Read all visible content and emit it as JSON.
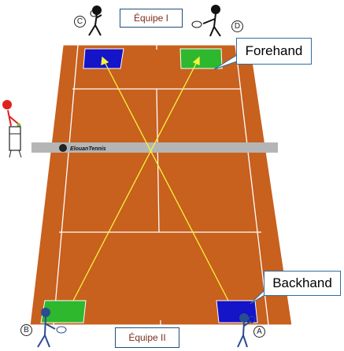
{
  "teams": {
    "top_label": "Équipe I",
    "bottom_label": "Équipe II"
  },
  "callouts": {
    "forehand": "Forehand",
    "backhand": "Backhand"
  },
  "players": {
    "c": "C",
    "d": "D",
    "b": "B",
    "a": "A"
  },
  "net_brand": "ElouanTennis",
  "colors": {
    "court": "#c8601e",
    "lines": "#ffffff",
    "net": "#b5b5b5",
    "trajectory": "#f5f53a",
    "target_blue": "#1414c8",
    "target_green": "#2db82d",
    "team_blue_player": "#2a4d8f",
    "umpire_red": "#e02020"
  }
}
